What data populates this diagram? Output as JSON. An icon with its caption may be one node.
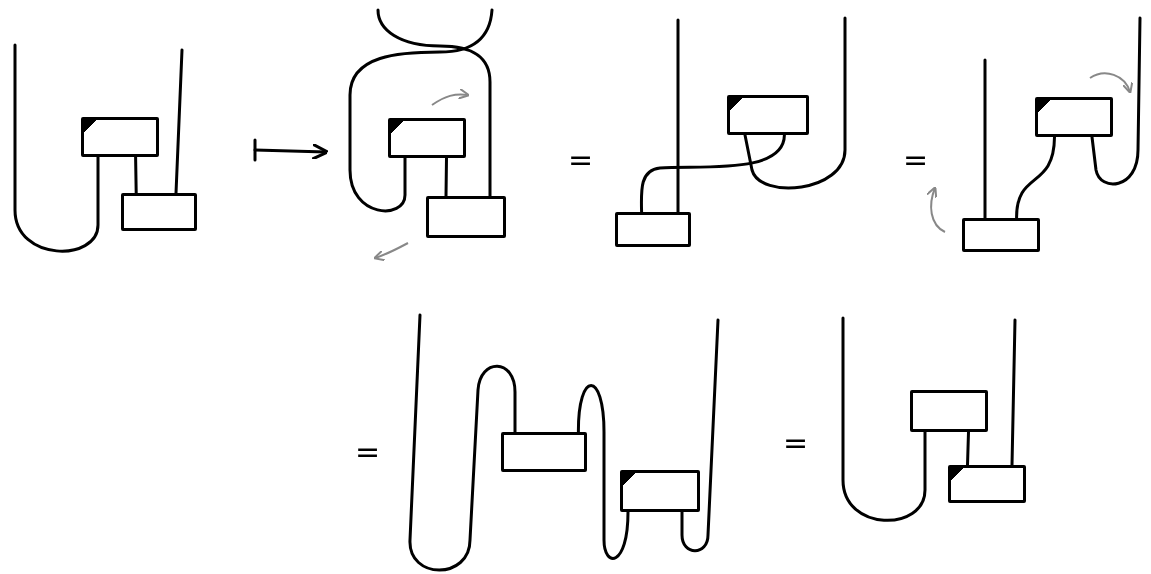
{
  "diagram": {
    "nodes": [
      {
        "text": [],
        "shape": "box"
      },
      {
        "text": [],
        "shape": "box"
      },
      {
        "text": [],
        "shape": "box"
      },
      {
        "text": [],
        "shape": "box"
      },
      {
        "text": [],
        "shape": "box"
      },
      {
        "text": [],
        "shape": "box"
      },
      {
        "text": [],
        "shape": "box"
      },
      {
        "text": [],
        "shape": "box"
      },
      {
        "text": [],
        "shape": "box"
      },
      {
        "text": [],
        "shape": "box"
      },
      {
        "text": [],
        "shape": "box"
      },
      {
        "text": [],
        "shape": "box"
      }
    ],
    "edges": [
      {
        "from": 0,
        "to": 1,
        "arrow": "none"
      },
      {
        "from": 2,
        "to": 3,
        "arrow": "none"
      },
      {
        "from": 4,
        "to": 5,
        "arrow": "none"
      },
      {
        "from": 6,
        "to": 7,
        "arrow": "none"
      },
      {
        "from": 8,
        "to": 9,
        "arrow": "none"
      },
      {
        "from": 10,
        "to": 11,
        "arrow": "none"
      }
    ],
    "labels": [
      "=",
      "=",
      "=",
      "="
    ]
  }
}
